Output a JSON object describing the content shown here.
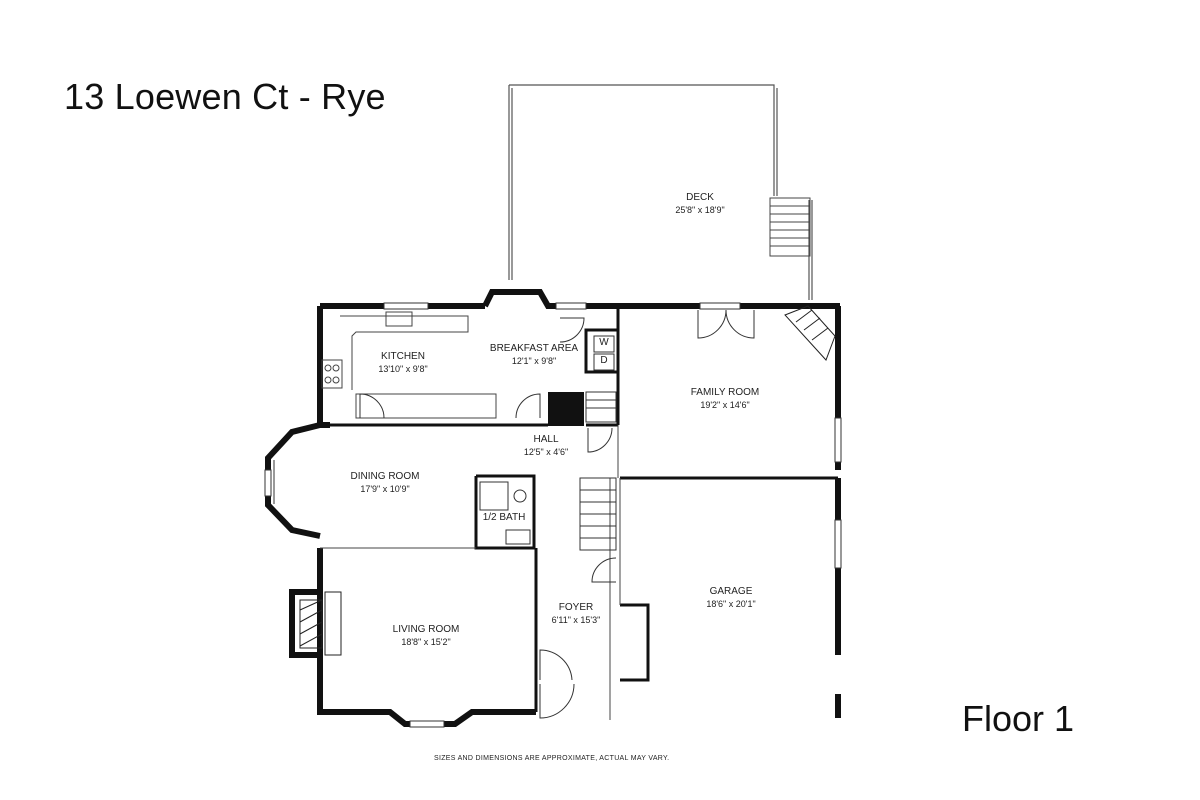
{
  "header": {
    "address": "13 Loewen Ct - Rye"
  },
  "footer": {
    "floor_label": "Floor 1",
    "disclaimer": "SIZES AND DIMENSIONS ARE APPROXIMATE, ACTUAL MAY VARY."
  },
  "rooms": {
    "deck": {
      "name": "DECK",
      "dims": "25'8\" x 18'9\""
    },
    "kitchen": {
      "name": "KITCHEN",
      "dims": "13'10\" x 9'8\""
    },
    "breakfast": {
      "name": "BREAKFAST AREA",
      "dims": "12'1\" x 9'8\""
    },
    "family": {
      "name": "FAMILY ROOM",
      "dims": "19'2\" x 14'6\""
    },
    "hall": {
      "name": "HALL",
      "dims": "12'5\" x 4'6\""
    },
    "dining": {
      "name": "DINING ROOM",
      "dims": "17'9\" x 10'9\""
    },
    "halfbath": {
      "name": "1/2 BATH"
    },
    "garage": {
      "name": "GARAGE",
      "dims": "18'6\" x 20'1\""
    },
    "foyer": {
      "name": "FOYER",
      "dims": "6'11\" x 15'3\""
    },
    "living": {
      "name": "LIVING ROOM",
      "dims": "18'8\" x 15'2\""
    }
  },
  "appliances": {
    "washer": "W",
    "dryer": "D"
  }
}
